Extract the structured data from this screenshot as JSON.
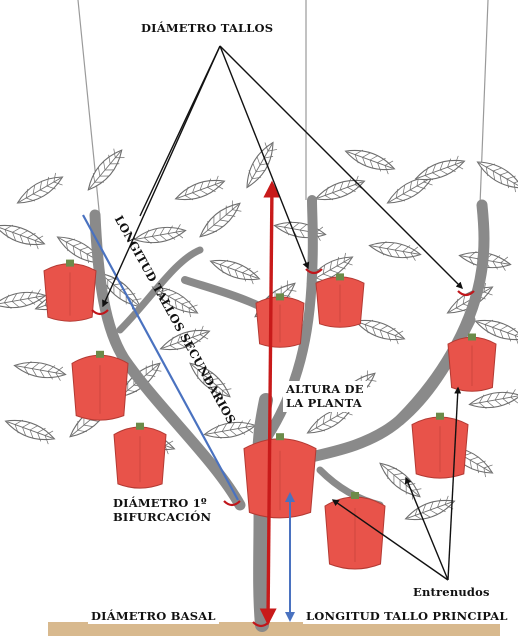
{
  "labels": {
    "diametro_tallos": "DIÁMETRO TALLOS",
    "longitud_tallos_secundarios": "LONGITUD TALLOS SECUNDARIOS",
    "altura_planta_line1": "ALTURA DE",
    "altura_planta_line2": "LA PLANTA",
    "diametro_bifurcacion_line1": "DIÁMETRO 1º",
    "diametro_bifurcacion_line2": "BIFURCACIÓN",
    "entrenudos": "Entrenudos",
    "diametro_basal": "DIÁMETRO BASAL",
    "longitud_tallo_principal": "LONGITUD TALLO PRINCIPAL"
  },
  "colors": {
    "stem": "#8a8a8a",
    "pepper": "#e8534a",
    "pepper_dark": "#b33a33",
    "leaf_stroke": "#6d6d6d",
    "height_arrow": "#c81a1a",
    "secondary_length": "#4a72c0",
    "main_length": "#4a72c0",
    "diameter_mark": "#c0161b",
    "ground": "#d8b98e"
  }
}
